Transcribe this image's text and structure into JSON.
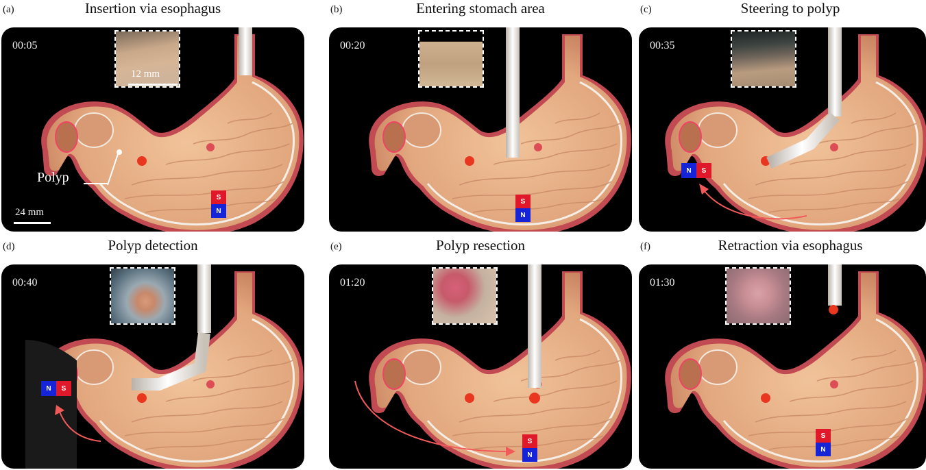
{
  "panels": [
    {
      "label": "(a)",
      "title": "Insertion via esophagus",
      "time": "00:05",
      "inset_scale": "12 mm",
      "scale": "24 mm",
      "annotation": "Polyp"
    },
    {
      "label": "(b)",
      "title": "Entering stomach area",
      "time": "00:20"
    },
    {
      "label": "(c)",
      "title": "Steering to polyp",
      "time": "00:35"
    },
    {
      "label": "(d)",
      "title": "Polyp detection",
      "time": "00:40"
    },
    {
      "label": "(e)",
      "title": "Polyp resection",
      "time": "01:20"
    },
    {
      "label": "(f)",
      "title": "Retraction via esophagus",
      "time": "01:30"
    }
  ],
  "magnet": {
    "s": "S",
    "n": "N"
  },
  "colors": {
    "background": "#000000",
    "stomach": "#e8b48a",
    "stomach_edge": "#d9445a",
    "magnet_s": "#e0192a",
    "magnet_n": "#1424d6",
    "arrow": "#f25a5a"
  }
}
